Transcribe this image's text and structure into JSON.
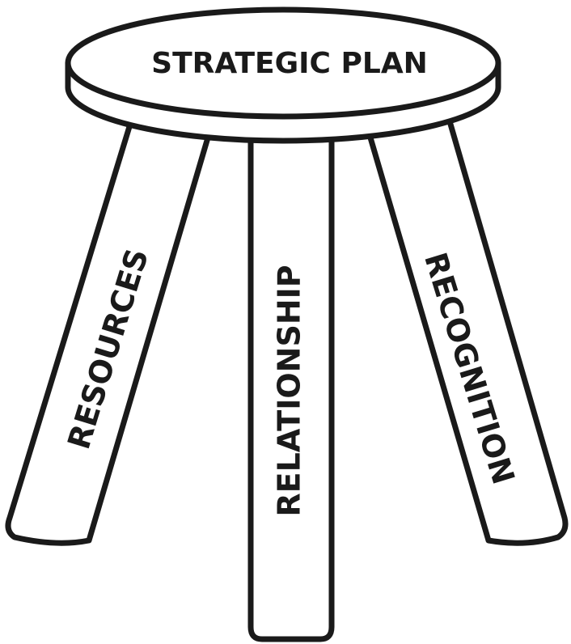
{
  "seat": {
    "label": "STRATEGIC PLAN"
  },
  "legs": {
    "left": {
      "label": "RESOURCES"
    },
    "center": {
      "label": "RELATIONSHIP"
    },
    "right": {
      "label": "RECOGNITION"
    }
  },
  "colors": {
    "line": "#1a1a1a",
    "fill": "#ffffff"
  }
}
